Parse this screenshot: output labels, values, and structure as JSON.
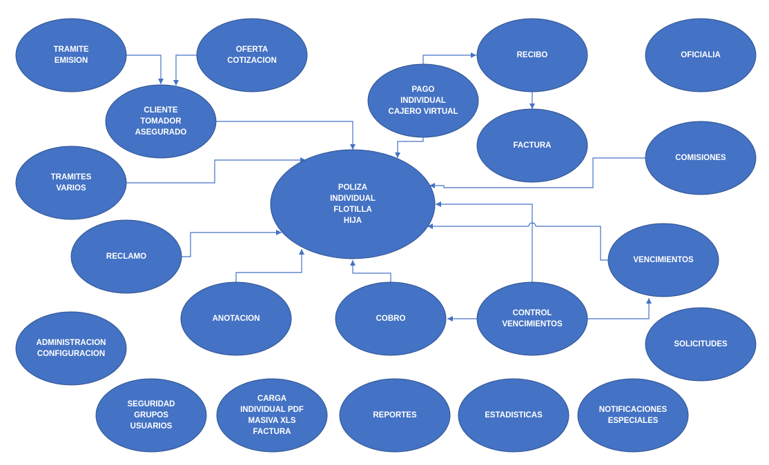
{
  "nodes": {
    "tramite_emision": [
      "TRAMITE",
      "EMISION"
    ],
    "oferta_cotizacion": [
      "OFERTA",
      "COTIZACION"
    ],
    "cliente": [
      "CLIENTE",
      "TOMADOR",
      "ASEGURADO"
    ],
    "pago": [
      "PAGO",
      "INDIVIDUAL",
      "CAJERO VIRTUAL"
    ],
    "recibo": [
      "RECIBO"
    ],
    "oficialia": [
      "OFICIALIA"
    ],
    "factura": [
      "FACTURA"
    ],
    "comisiones": [
      "COMISIONES"
    ],
    "tramites_varios": [
      "TRAMITES",
      "VARIOS"
    ],
    "poliza": [
      "POLIZA",
      "INDIVIDUAL",
      "FLOTILLA",
      "HIJA"
    ],
    "reclamo": [
      "RECLAMO"
    ],
    "vencimientos": [
      "VENCIMIENTOS"
    ],
    "anotacion": [
      "ANOTACION"
    ],
    "cobro": [
      "COBRO"
    ],
    "control_vencimientos": [
      "CONTROL",
      "VENCIMIENTOS"
    ],
    "administracion": [
      "ADMINISTRACION",
      "CONFIGURACION"
    ],
    "solicitudes": [
      "SOLICITUDES"
    ],
    "seguridad": [
      "SEGURIDAD",
      "GRUPOS",
      "USUARIOS"
    ],
    "carga": [
      "CARGA",
      "INDIVIDUAL PDF",
      "MASIVA XLS",
      "FACTURA"
    ],
    "reportes": [
      "REPORTES"
    ],
    "estadisticas": [
      "ESTADISTICAS"
    ],
    "notificaciones": [
      "NOTIFICACIONES",
      "ESPECIALES"
    ]
  },
  "colors": {
    "node_fill": "#4472c4",
    "node_stroke": "#2f528f",
    "connector": "#4472c4",
    "text": "#ffffff"
  }
}
